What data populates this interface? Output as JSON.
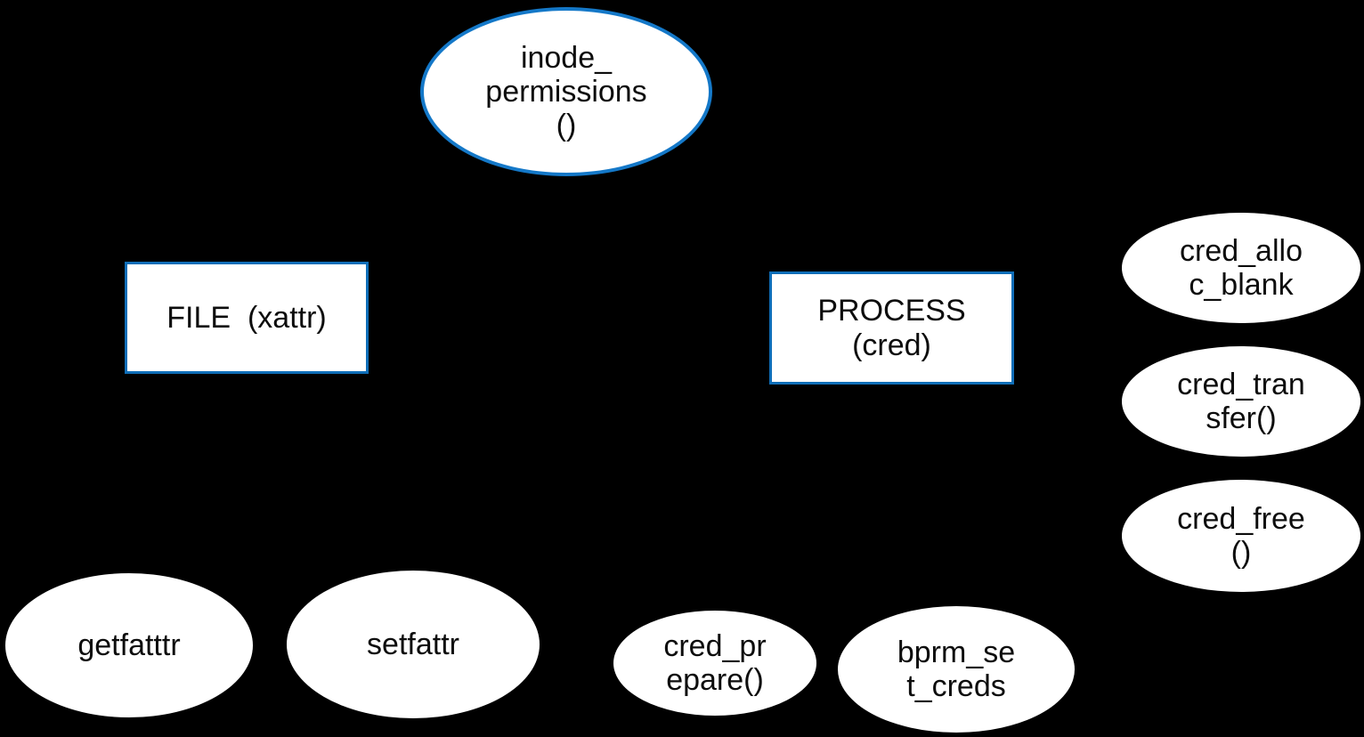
{
  "diagram": {
    "background_color": "#000000",
    "node_fill_color": "#ffffff",
    "text_color": "#0d0d0d",
    "ellipse_accent_border_color": "#1478c8",
    "rect_border_color": "#0f6eb8",
    "nodes": [
      {
        "id": "inode-permissions",
        "shape": "ellipse",
        "label": "inode_\npermissions\n()"
      },
      {
        "id": "file-xattr",
        "shape": "rectangle",
        "label": "FILE  (xattr)"
      },
      {
        "id": "process-cred",
        "shape": "rectangle",
        "label": "PROCESS\n(cred)"
      },
      {
        "id": "cred-alloc-blank",
        "shape": "ellipse",
        "label": "cred_allo\nc_blank"
      },
      {
        "id": "cred-transfer",
        "shape": "ellipse",
        "label": "cred_tran\nsfer()"
      },
      {
        "id": "cred-free",
        "shape": "ellipse",
        "label": "cred_free\n()"
      },
      {
        "id": "getfatttr",
        "shape": "ellipse",
        "label": "getfatttr"
      },
      {
        "id": "setfattr",
        "shape": "ellipse",
        "label": "setfattr"
      },
      {
        "id": "cred-prepare",
        "shape": "ellipse",
        "label": "cred_pr\nepare()"
      },
      {
        "id": "bprm-set-creds",
        "shape": "ellipse",
        "label": "bprm_se\nt_creds"
      }
    ]
  }
}
